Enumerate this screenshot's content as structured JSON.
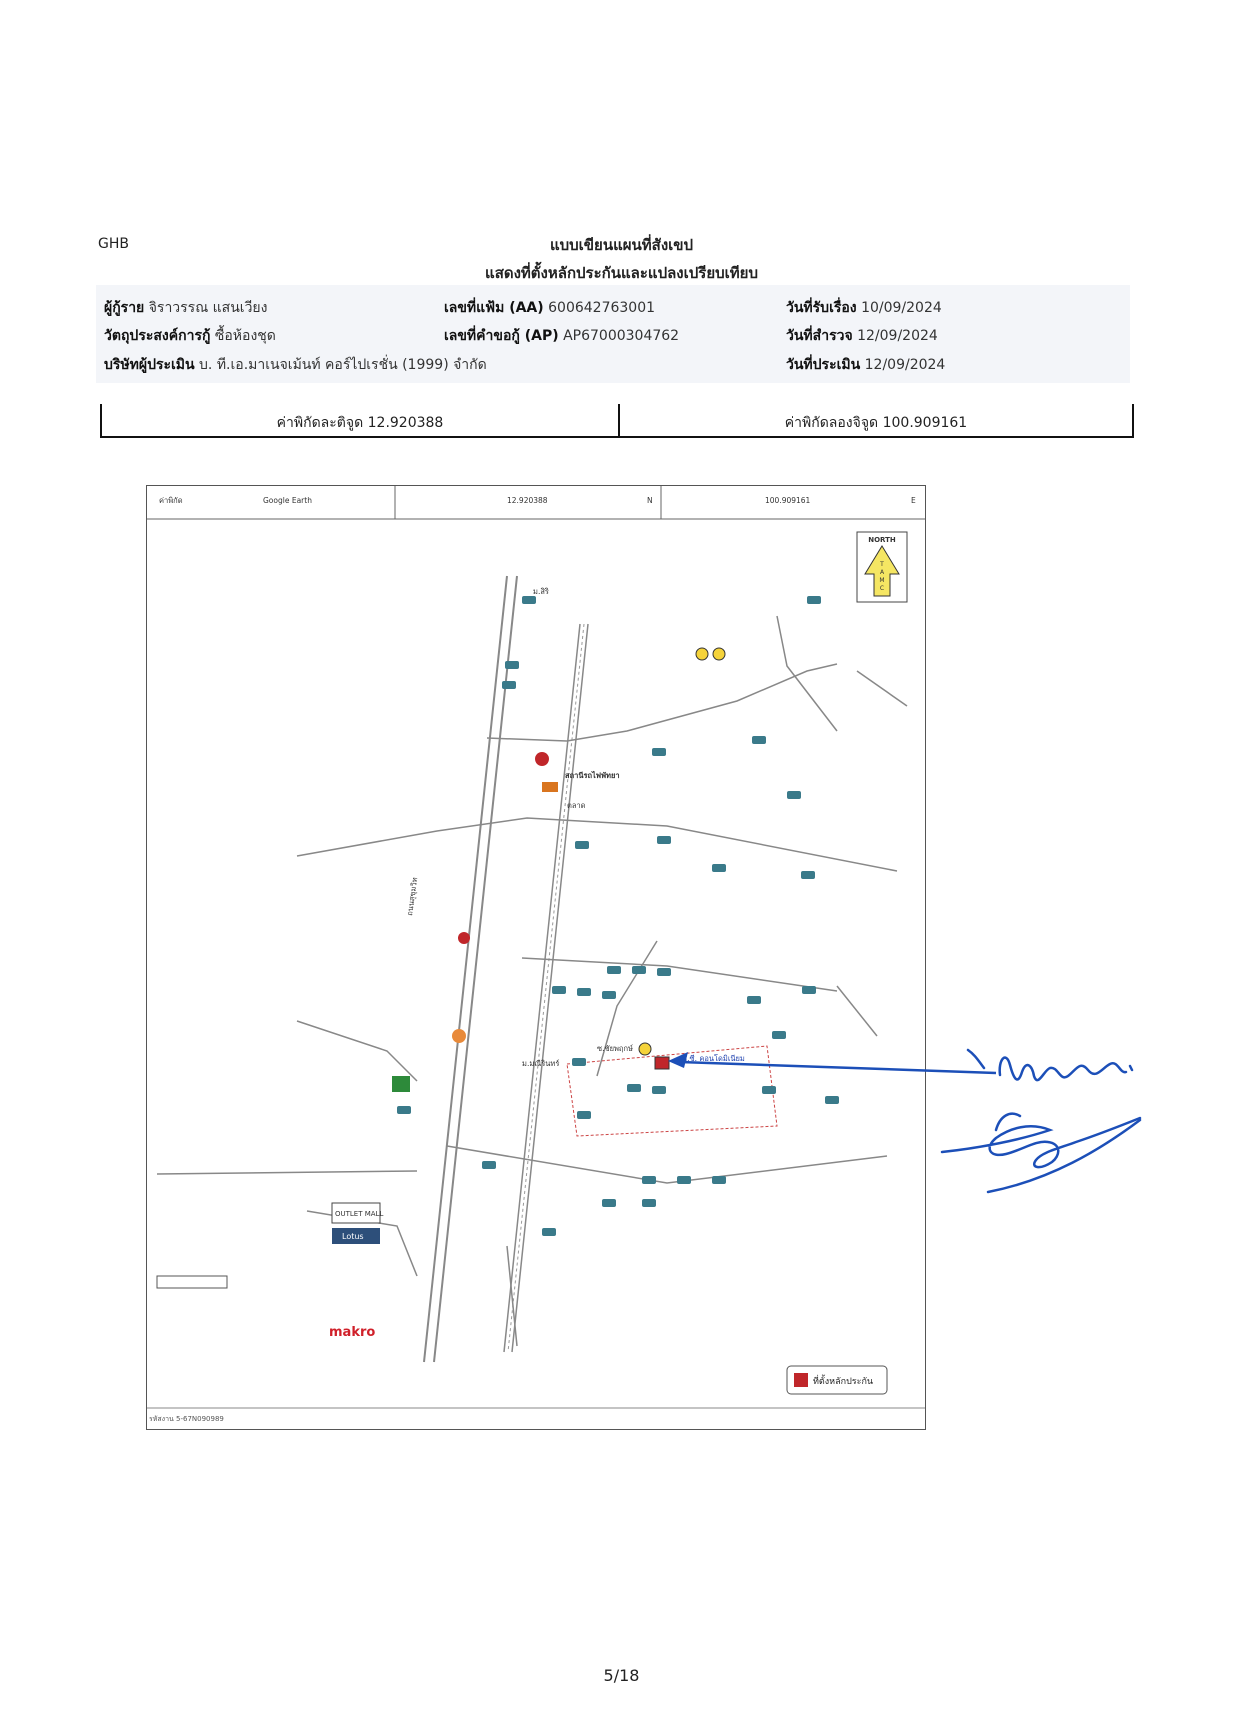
{
  "header": {
    "org": "GHB",
    "title_line1": "แบบเขียนแผนที่สังเขป",
    "title_line2": "แสดงที่ตั้งหลักประกันและแปลงเปรียบเทียบ"
  },
  "info": {
    "borrower_label": "ผู้กู้ราย",
    "borrower": "จิราวรรณ แสนเวียง",
    "purpose_label": "วัตถุประสงค์การกู้",
    "purpose": "ซื้อห้องชุด",
    "appraiser_label": "บริษัทผู้ประเมิน",
    "appraiser": "บ. ที.เอ.มาเนจเม้นท์ คอร์ไปเรชั่น (1999) จำกัด",
    "file_label": "เลขที่แฟ้ม (AA)",
    "file_no": "600642763001",
    "request_label": "เลขที่คำขอกู้ (AP)",
    "request_no": "AP67000304762",
    "received_label": "วันที่รับเรื่อง",
    "received_date": "10/09/2024",
    "survey_label": "วันที่สำรวจ",
    "survey_date": "12/09/2024",
    "appraise_label": "วันที่ประเมิน",
    "appraise_date": "12/09/2024"
  },
  "coords": {
    "lat_label": "ค่าพิกัดละติจูด",
    "lat": "12.920388",
    "lon_label": "ค่าพิกัดลองจิจูด",
    "lon": "100.909161"
  },
  "map": {
    "header_label": "ค่าพิกัด",
    "source": "Google Earth",
    "lat": "12.920388",
    "lat_dir": "N",
    "lon": "100.909161",
    "lon_dir": "E",
    "north": "NORTH",
    "north_letters": [
      "T",
      "A",
      "M",
      "C"
    ],
    "legend": "ที่ตั้งหลักประกัน",
    "code": "รหัสงาน 5-67N090989",
    "makro": "makro",
    "outlet": "OUTLET MALL",
    "lotus": "Lotus",
    "place_labels": [
      "ม.สิริ",
      "ซ.ชัยพฤกษ์",
      "ถนนสุขุมวิท",
      "ตลาด",
      "สถานีรถไฟพัทยา",
      "ม.มณีรินทร์",
      "ซี.ซี. คอนโดมิเนียม"
    ]
  },
  "signatures": {
    "signer1": "signature-1",
    "signer2": "signature-2"
  },
  "footer": {
    "page": "5/18"
  }
}
